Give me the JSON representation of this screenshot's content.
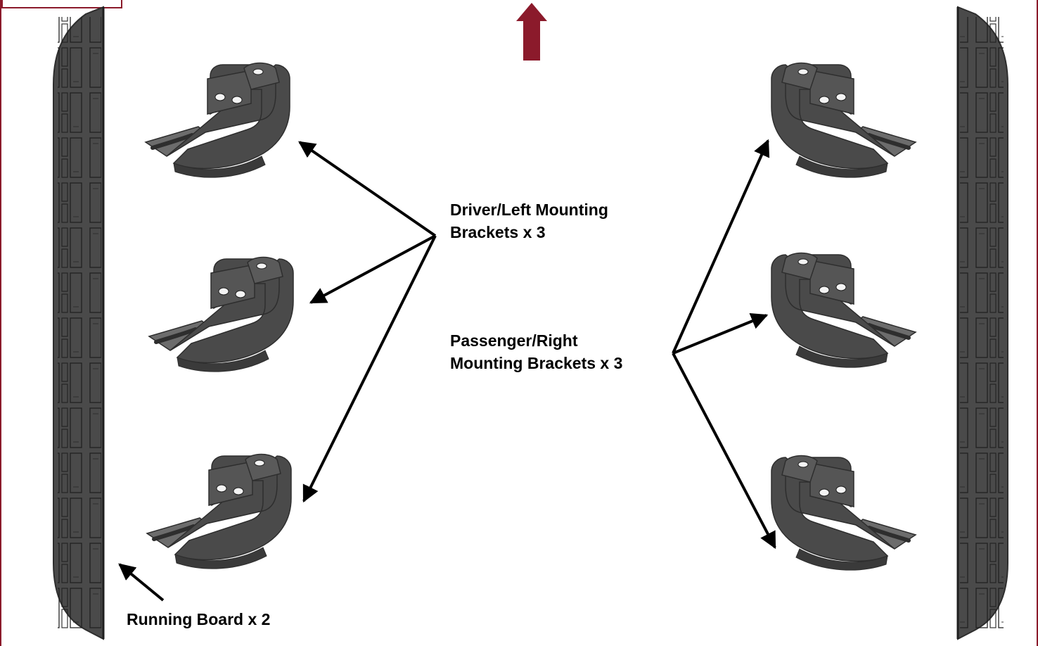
{
  "labels": {
    "driver": [
      "Driver/Left Mounting",
      "Brackets x 3"
    ],
    "passenger": [
      "Passenger/Right",
      "Mounting Brackets x 3"
    ],
    "running_board": "Running Board x 2"
  },
  "components": {
    "running_boards": [
      "left-running-board",
      "right-running-board"
    ],
    "driver_brackets": [
      "driver-bracket-1",
      "driver-bracket-2",
      "driver-bracket-3"
    ],
    "passenger_brackets": [
      "passenger-bracket-1",
      "passenger-bracket-2",
      "passenger-bracket-3"
    ]
  },
  "colors": {
    "frame": "#8b1a2b",
    "forward_arrow": "#8b1a2b",
    "part": "#4a4a4a",
    "part_dark": "#2e2e2e",
    "part_light": "#6c6c6c",
    "leader_line": "#000000"
  },
  "icons": {
    "forward_arrow": "up-arrow-icon",
    "leader": "arrow-icon"
  }
}
